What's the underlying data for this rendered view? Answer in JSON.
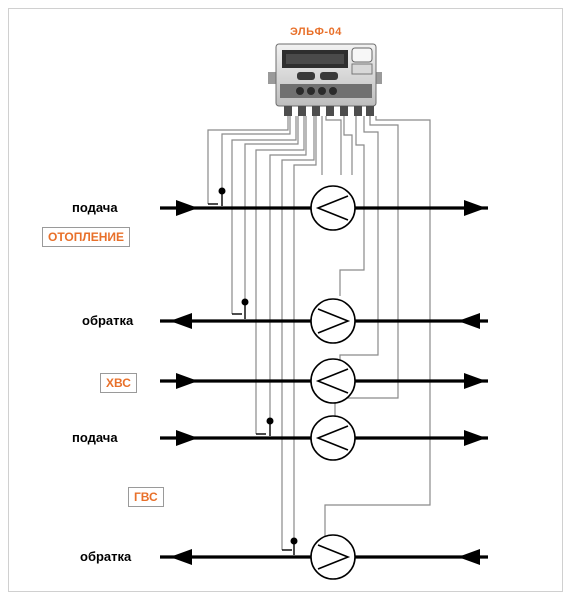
{
  "device": {
    "title": "ЭЛЬФ-04"
  },
  "labels": {
    "heating_supply": "подача",
    "heating_system": "ОТОПЛЕНИЕ",
    "heating_return": "обратка",
    "cold_water": "ХВС",
    "hot_supply": "подача",
    "hot_water": "ГВС",
    "hot_return": "обратка"
  },
  "pipes": [
    {
      "id": "heating-supply",
      "direction": "right"
    },
    {
      "id": "heating-return",
      "direction": "left"
    },
    {
      "id": "cold-water",
      "direction": "right"
    },
    {
      "id": "hot-supply",
      "direction": "right"
    },
    {
      "id": "hot-return",
      "direction": "left"
    }
  ],
  "colors": {
    "accent": "#e8702a",
    "pipe": "#000000",
    "wire": "#8a8a8a"
  }
}
